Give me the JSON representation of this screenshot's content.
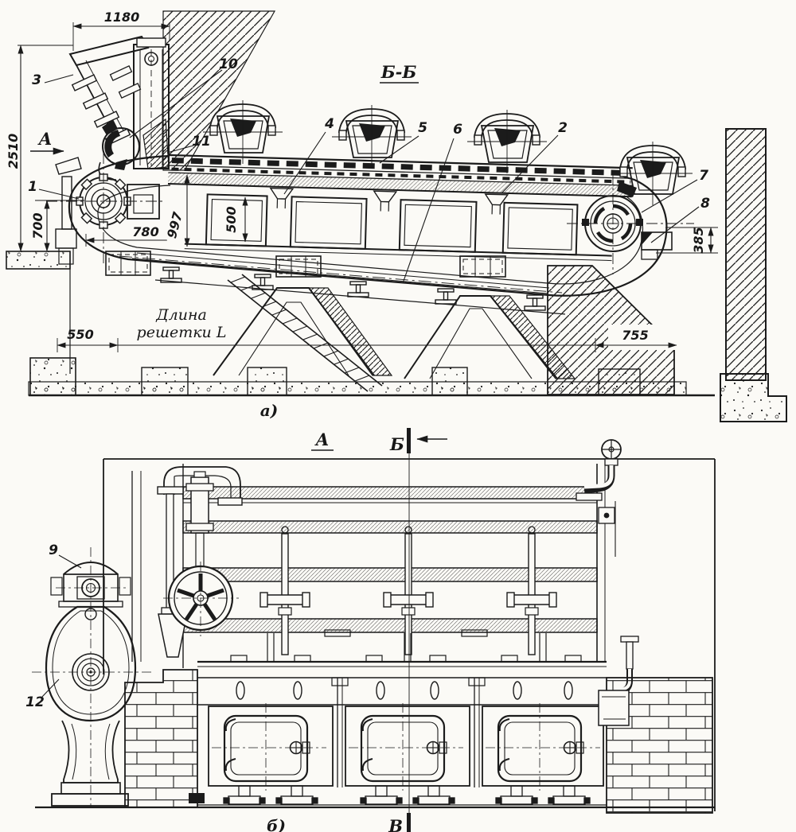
{
  "drawing": {
    "paper_color": "#fbfaf6",
    "ink_color": "#1b1b1b",
    "view_a": {
      "section_title": "Б-Б",
      "caption": "а)",
      "view_direction_label": "А",
      "grate_length_line1": "Длина",
      "grate_length_line2": "решетки L",
      "dimensions": {
        "hopper_width": "1180",
        "overall_height": "2510",
        "front_axle_height": "700",
        "front_overhang": "780",
        "frame_depth": "997",
        "panel_opening": "500",
        "left_foundation_offset": "550",
        "right_foundation_offset": "755",
        "rear_drop": "385"
      },
      "callouts": {
        "c1": "1",
        "c2": "2",
        "c3": "3",
        "c4": "4",
        "c5": "5",
        "c6": "6",
        "c7": "7",
        "c8": "8",
        "c10": "10",
        "c11": "11"
      }
    },
    "view_b": {
      "view_title": "А",
      "section_plane_label": "Б",
      "caption": "б)",
      "bottom_section_label": "В",
      "callouts": {
        "c9": "9",
        "c12": "12"
      }
    }
  }
}
